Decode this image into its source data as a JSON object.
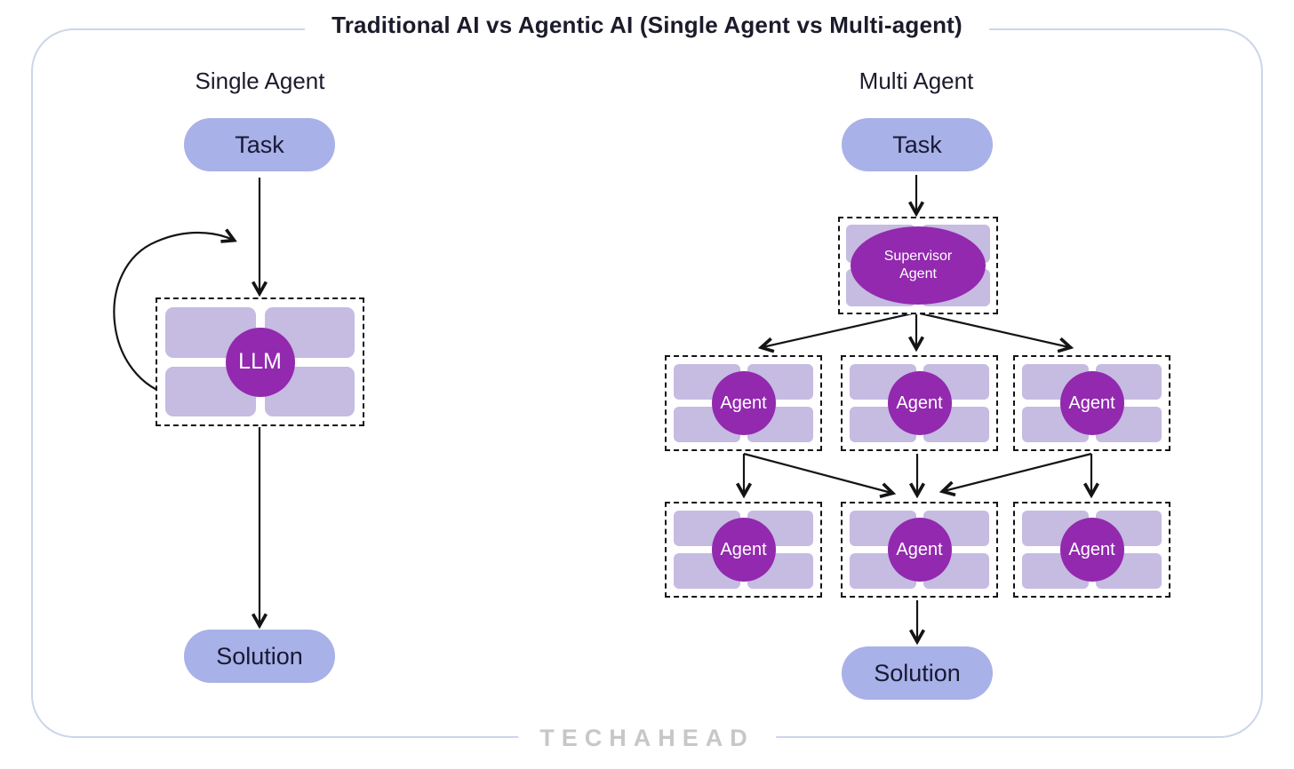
{
  "title": "Traditional AI vs Agentic AI (Single Agent vs Multi-agent)",
  "watermark": "TECHAHEAD",
  "colors": {
    "pill": "#a8b1e8",
    "tile": "#c6bbe1",
    "node": "#9229ae",
    "frame": "#ccd5ea",
    "arrow": "#141414",
    "mark": "#c7c7c7",
    "text": "#1b1b2b"
  },
  "single_agent": {
    "heading": "Single Agent",
    "task": "Task",
    "llm": "LLM",
    "solution": "Solution"
  },
  "multi_agent": {
    "heading": "Multi Agent",
    "task": "Task",
    "supervisor": "Supervisor Agent",
    "agent": "Agent",
    "solution": "Solution"
  }
}
